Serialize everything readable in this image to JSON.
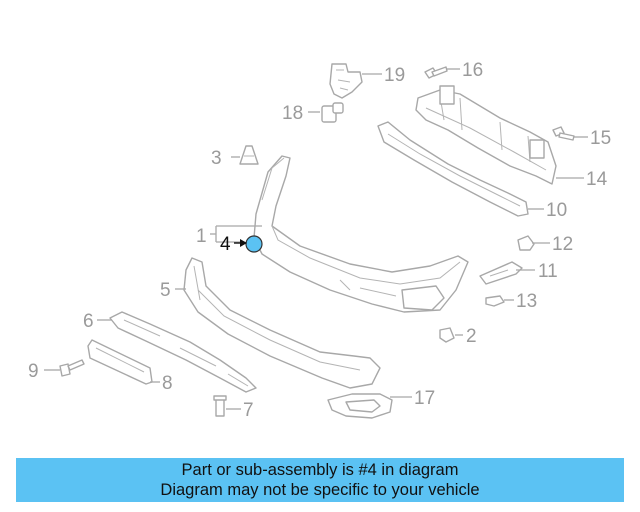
{
  "diagram": {
    "callouts": [
      {
        "id": "1",
        "label": "1",
        "highlighted": false
      },
      {
        "id": "2",
        "label": "2",
        "highlighted": false
      },
      {
        "id": "3",
        "label": "3",
        "highlighted": false
      },
      {
        "id": "4",
        "label": "4",
        "highlighted": true
      },
      {
        "id": "5",
        "label": "5",
        "highlighted": false
      },
      {
        "id": "6",
        "label": "6",
        "highlighted": false
      },
      {
        "id": "7",
        "label": "7",
        "highlighted": false
      },
      {
        "id": "8",
        "label": "8",
        "highlighted": false
      },
      {
        "id": "9",
        "label": "9",
        "highlighted": false
      },
      {
        "id": "10",
        "label": "10",
        "highlighted": false
      },
      {
        "id": "11",
        "label": "11",
        "highlighted": false
      },
      {
        "id": "12",
        "label": "12",
        "highlighted": false
      },
      {
        "id": "13",
        "label": "13",
        "highlighted": false
      },
      {
        "id": "14",
        "label": "14",
        "highlighted": false
      },
      {
        "id": "15",
        "label": "15",
        "highlighted": false
      },
      {
        "id": "16",
        "label": "16",
        "highlighted": false
      },
      {
        "id": "17",
        "label": "17",
        "highlighted": false
      },
      {
        "id": "18",
        "label": "18",
        "highlighted": false
      },
      {
        "id": "19",
        "label": "19",
        "highlighted": false
      }
    ],
    "highlight_color": "#5bc2f3",
    "line_color": "#a8a8a8"
  },
  "caption": {
    "line1": "Part or sub-assembly is #4 in diagram",
    "line2": "Diagram may not be specific to your vehicle",
    "background": "#5bc2f3"
  }
}
